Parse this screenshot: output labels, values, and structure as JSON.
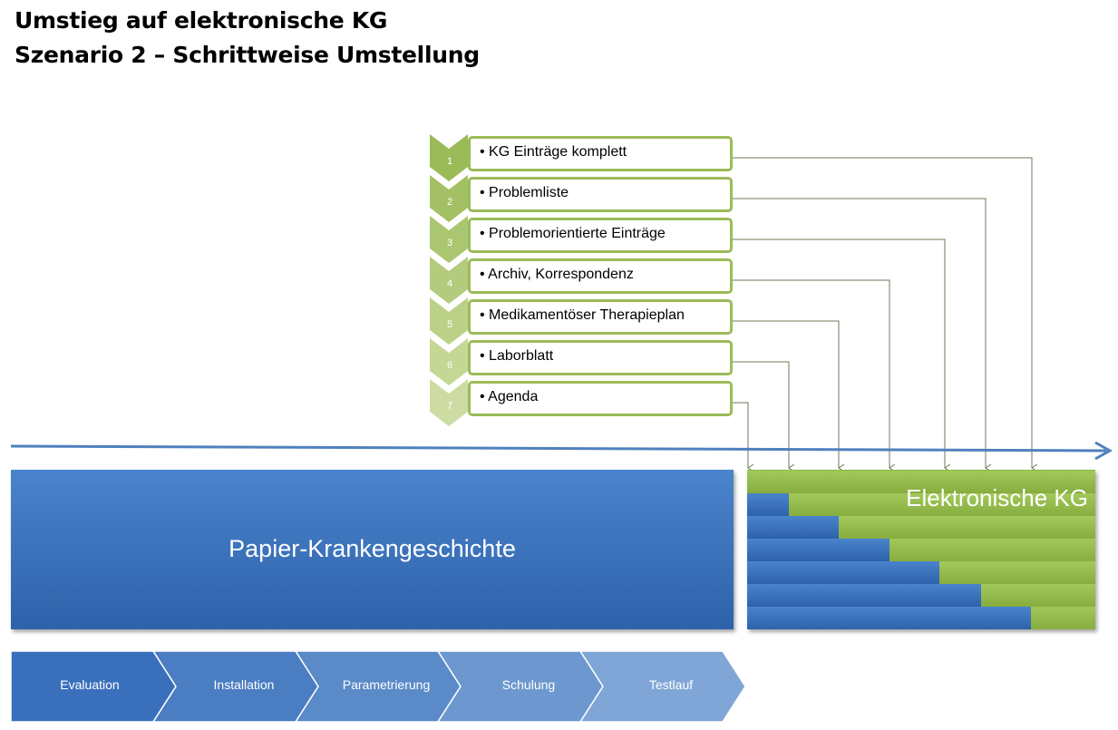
{
  "title": {
    "line1": "Umstieg auf elektronische KG",
    "line2": "Szenario 2 – Schrittweise Umstellung"
  },
  "steps": [
    {
      "number": "1",
      "label": "KG Einträge komplett"
    },
    {
      "number": "2",
      "label": "Problemliste"
    },
    {
      "number": "3",
      "label": "Problemorientierte Einträge"
    },
    {
      "number": "4",
      "label": "Archiv, Korrespondenz"
    },
    {
      "number": "5",
      "label": "Medikamentöser Therapieplan"
    },
    {
      "number": "6",
      "label": "Laborblatt"
    },
    {
      "number": "7",
      "label": "Agenda"
    }
  ],
  "paper": {
    "label": "Papier-Krankengeschichte"
  },
  "electronic": {
    "label": "Elektronische KG"
  },
  "phases": [
    {
      "label": "Evaluation"
    },
    {
      "label": "Installation"
    },
    {
      "label": "Parametrierung"
    },
    {
      "label": "Schulung"
    },
    {
      "label": "Testlauf"
    }
  ],
  "colors": {
    "step_green": "#9bbb59",
    "timeline_blue": "#4f81bd",
    "paper_blue": "#3a70bb",
    "ekg_green": "#9bbb59",
    "connector": "#6f7a5a"
  }
}
